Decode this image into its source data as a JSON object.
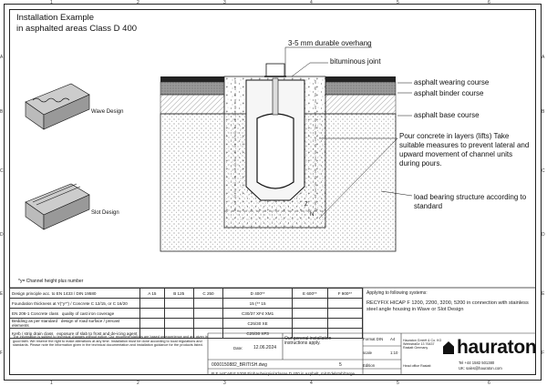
{
  "title": {
    "line1": "Installation Example",
    "line2": "in asphalted areas Class D 400"
  },
  "zone_letters": [
    "A",
    "B",
    "C",
    "D",
    "E",
    "F"
  ],
  "zone_numbers": [
    "1",
    "2",
    "3",
    "4",
    "5",
    "6"
  ],
  "side_labels": {
    "wave": "Wave Design",
    "slot": "Slot Design"
  },
  "footnote": "*y= Channel height plus number",
  "callouts": {
    "overhang": "3-5 mm durable overhang",
    "bituminous": "bituminous joint",
    "wearing": "asphalt wearing course",
    "binder": "asphalt binder course",
    "base": "asphalt base course",
    "pour": "Pour concrete in layers (lifts) Take suitable measures to prevent lateral and upward movement of channel units during pours.",
    "load": "load bearing structure according to standard"
  },
  "dims": {
    "z": "Z",
    "n": "N"
  },
  "table": {
    "row_labels": [
      "Design principle acc. to EN 1433 / DIN 19580",
      "Foundation thickness at Y(“y*”) / Concrete C 12/15, or C 16/20",
      "EN 206-1 Concrete class",
      "Bedding as per standard",
      "Kerb / strip drain class"
    ],
    "sub_labels": [
      "",
      "",
      "quality of cast iron coverage",
      "design of road surface / precast elements",
      "exposure of slab to frost and de-icing agent"
    ],
    "classes": [
      "A 15",
      "B 125",
      "C 250",
      "D 400**",
      "E 600**",
      "F 900**"
    ],
    "d400_values": [
      "15 (** 15",
      "C30/37 XF4 XM1",
      "C25/30 XE",
      "C25/30 XF3"
    ]
  },
  "applies": {
    "head": "Applying to following systems:",
    "body": "RECYFIX HICAP F 1200, 2200, 3200, 5200 in connection with stainless steel angle housing in Wave or Slot Design"
  },
  "notes": "The information is subject to technical changes without notice. Our recommendations are based on experience and are given in good faith. We reserve the right to make alterations at any time. Installation must be done according to local regulations and standards. Please note the information given in the technical documentation and installation guidance for the products listed.",
  "meta": {
    "file": "0000150882_BRITISH.dwg",
    "rev": "5",
    "rev_label": "Edition",
    "date_label": "Date:",
    "date": "12.06.2024",
    "general": "Our general installation instructions apply.",
    "format_label": "Format DIN",
    "format": "A4",
    "scale_label": "scale",
    "scale": "1:10",
    "drawing": "R.F. HICAP F 5200 Einbaubeispiel Klasse D 400 in Asphalt, mit Edelstahlzarge"
  },
  "company": {
    "name": "hauraton",
    "address": "Hauraton GmbH & Co. KG Werkstraße 13 76437 Rastatt Germany",
    "address2": "Head office Rastatt",
    "phone": "Tel +44 1582 501380",
    "email": "UK: sales@hauraton.com"
  },
  "colors": {
    "line": "#111111",
    "ink": "#111111"
  }
}
